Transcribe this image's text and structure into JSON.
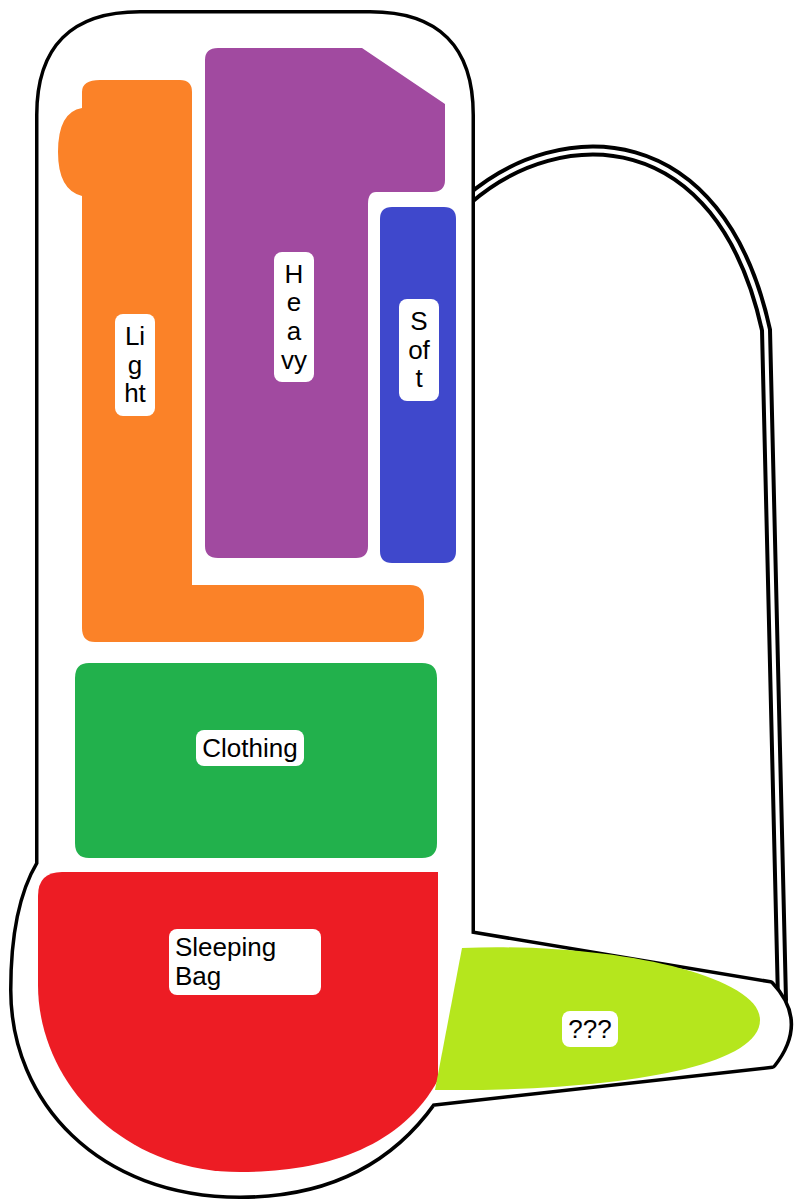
{
  "diagram": {
    "nodes": [
      {
        "text": [
          "Light"
        ]
      },
      {
        "text": [
          "Heavy"
        ]
      },
      {
        "text": [
          "Soft"
        ]
      },
      {
        "text": [
          "Clothing"
        ]
      },
      {
        "text": [
          "Sleeping Bag"
        ]
      },
      {
        "text": [
          "???"
        ]
      }
    ]
  }
}
